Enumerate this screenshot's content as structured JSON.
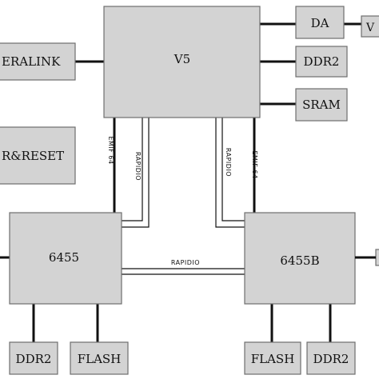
{
  "blocks": {
    "v5": "V5",
    "da": "DA",
    "ddr2_top": "DDR2",
    "sram": "SRAM",
    "cameralink": "ERALINK",
    "power_reset": "R&RESET",
    "dsp_left": "6455",
    "dsp_right": "6455B",
    "ddr2_left": "DDR2",
    "flash_left": "FLASH",
    "flash_right": "FLASH",
    "ddr2_right": "DDR2",
    "v_partial": "V"
  },
  "links": {
    "emif_left": "EMIF 64",
    "rapidio_left": "RAPIDIO",
    "rapidio_right_v": "RAPIDIO",
    "emif_right": "EMIF 64",
    "rapidio_horizontal": "RAPIDIO"
  }
}
